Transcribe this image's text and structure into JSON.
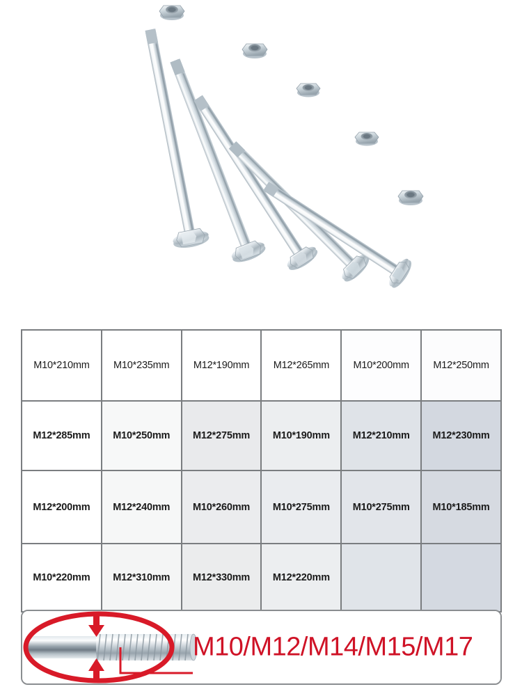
{
  "photo": {
    "alt_name": "five-flange-head-bolts-with-nuts",
    "bolt_count": 5,
    "nut_count": 5,
    "background_color": "#ffffff",
    "metal_color": "#c9d2d8"
  },
  "spec_table": {
    "columns": 6,
    "rows": 4,
    "cells": [
      [
        "M10*210mm",
        "M10*235mm",
        "M12*190mm",
        "M12*265mm",
        "M10*200mm",
        "M12*250mm"
      ],
      [
        "M12*285mm",
        "M10*250mm",
        "M12*275mm",
        "M10*190mm",
        "M12*210mm",
        "M12*230mm"
      ],
      [
        "M12*200mm",
        "M12*240mm",
        "M10*260mm",
        "M10*275mm",
        "M10*275mm",
        "M10*185mm"
      ],
      [
        "M10*220mm",
        "M12*310mm",
        "M12*330mm",
        "M12*220mm",
        "",
        ""
      ]
    ],
    "border_color": "#7a7d80",
    "text_color": "#1b1b1b"
  },
  "banner": {
    "thread_sizes_label": "M10/M12/M14/M15/M17",
    "accent_color": "#cf1226",
    "annotation": {
      "ellipse_name": "red-highlight-ellipse",
      "arrow_down_name": "arrow-down-marker",
      "arrow_up_name": "arrow-up-marker",
      "leader_line_name": "leader-line"
    }
  }
}
